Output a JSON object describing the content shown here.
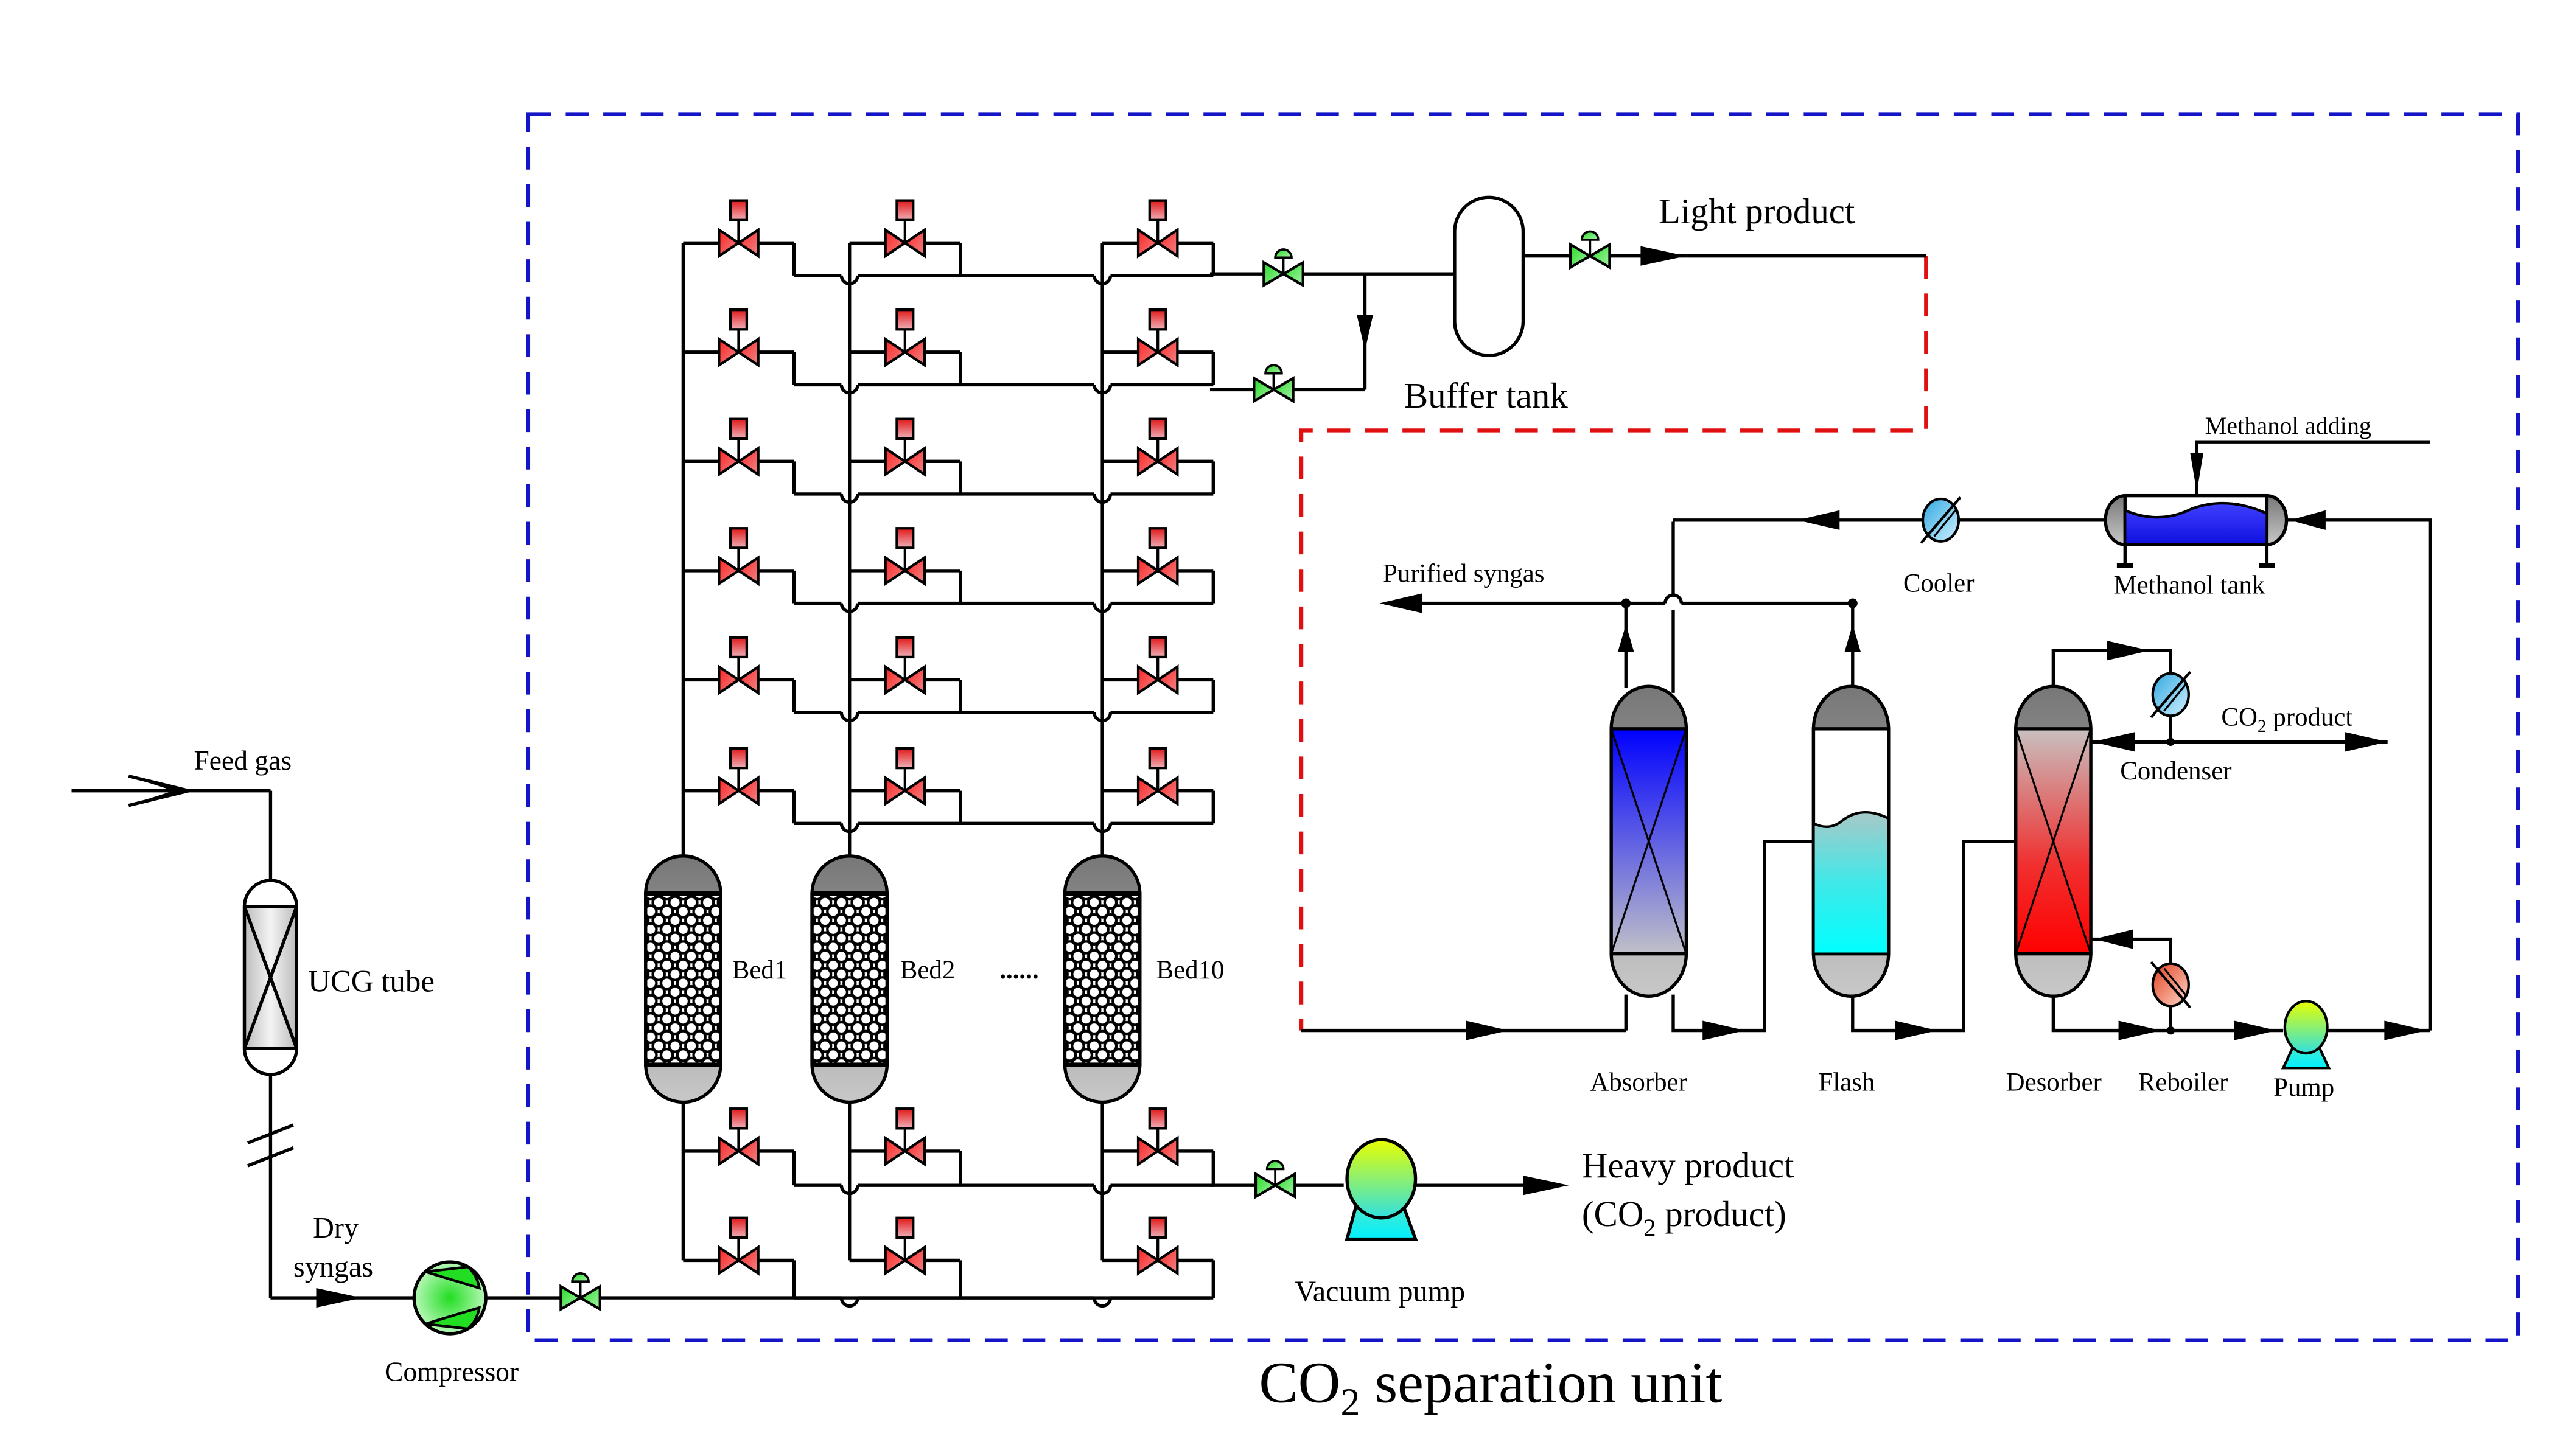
{
  "diagram": {
    "title": "CO",
    "title_sub": "2",
    "title_rest": " separation unit",
    "colors": {
      "unit_border": "#1515c8",
      "light_recycle": "#e01010",
      "solenoid_valve": "#e02020",
      "control_valve": "#30e030",
      "absorber_top": "#0000ff",
      "flash_liquid": "#00ffff",
      "desorber_bottom": "#ff0000"
    },
    "labels": {
      "feed_gas": "Feed gas",
      "ucg_tube": "UCG tube",
      "dry_syngas_1": "Dry",
      "dry_syngas_2": "syngas",
      "compressor": "Compressor",
      "bed1": "Bed1",
      "bed2": "Bed2",
      "ellipsis": "......",
      "bed10": "Bed10",
      "light_product": "Light product",
      "buffer_tank": "Buffer tank",
      "heavy_product_1": "Heavy product",
      "heavy_product_2a": "(CO",
      "heavy_product_2b": "2",
      "heavy_product_2c": " product)",
      "vacuum_pump": "Vacuum pump",
      "methanol_adding": "Methanol adding",
      "purified_syngas": "Purified syngas",
      "cooler": "Cooler",
      "methanol_tank": "Methanol tank",
      "co2_product_a": "CO",
      "co2_product_b": "2",
      "co2_product_c": " product",
      "condenser": "Condenser",
      "absorber": "Absorber",
      "flash": "Flash",
      "desorber": "Desorber",
      "reboiler": "Reboiler",
      "pump": "Pump"
    }
  }
}
